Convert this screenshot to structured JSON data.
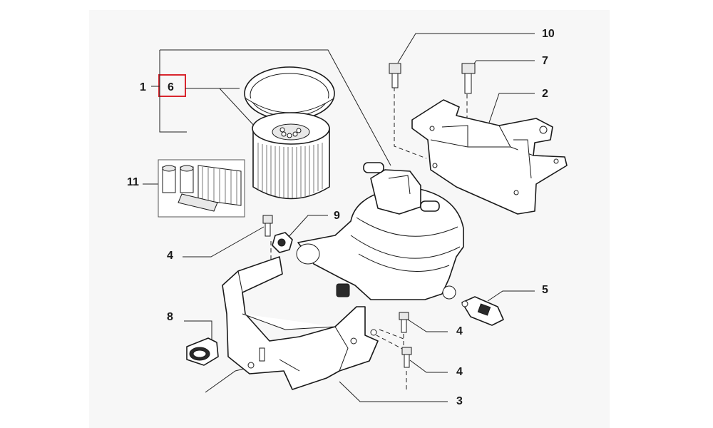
{
  "diagram": {
    "highlight_color": "#d9262e",
    "callouts": [
      {
        "id": "c1",
        "label": "1"
      },
      {
        "id": "c6",
        "label": "6",
        "highlighted": true
      },
      {
        "id": "c11",
        "label": "11"
      },
      {
        "id": "c10",
        "label": "10"
      },
      {
        "id": "c7",
        "label": "7"
      },
      {
        "id": "c2",
        "label": "2"
      },
      {
        "id": "c9",
        "label": "9"
      },
      {
        "id": "c4a",
        "label": "4"
      },
      {
        "id": "c5",
        "label": "5"
      },
      {
        "id": "c8",
        "label": "8"
      },
      {
        "id": "c4b",
        "label": "4"
      },
      {
        "id": "c4c",
        "label": "4"
      },
      {
        "id": "c3",
        "label": "3"
      }
    ]
  }
}
